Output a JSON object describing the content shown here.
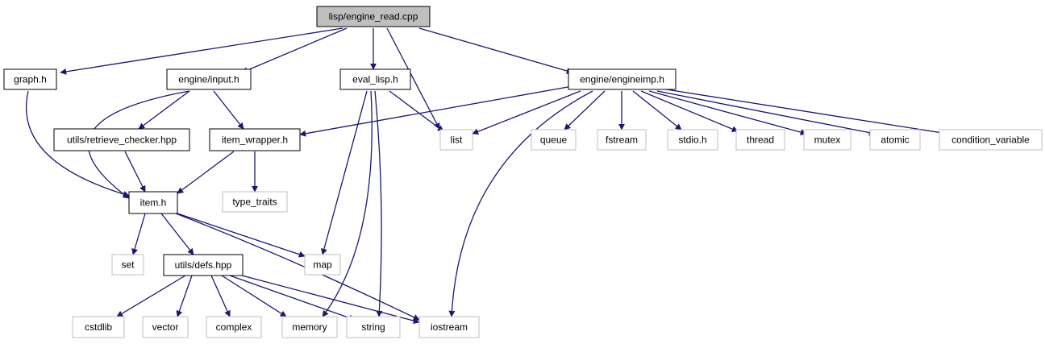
{
  "nodes": {
    "root": {
      "label": "lisp/engine_read.cpp",
      "kind": "root"
    },
    "graph_h": {
      "label": "graph.h",
      "kind": "doc"
    },
    "engine_input_h": {
      "label": "engine/input.h",
      "kind": "doc"
    },
    "eval_lisp_h": {
      "label": "eval_lisp.h",
      "kind": "doc"
    },
    "engine_engineimp_h": {
      "label": "engine/engineimp.h",
      "kind": "doc"
    },
    "utils_retrieve_checker_hpp": {
      "label": "utils/retrieve_checker.hpp",
      "kind": "doc"
    },
    "item_wrapper_h": {
      "label": "item_wrapper.h",
      "kind": "doc"
    },
    "list": {
      "label": "list",
      "kind": "sys"
    },
    "queue": {
      "label": "queue",
      "kind": "sys"
    },
    "fstream": {
      "label": "fstream",
      "kind": "sys"
    },
    "stdio_h": {
      "label": "stdio.h",
      "kind": "sys"
    },
    "thread": {
      "label": "thread",
      "kind": "sys"
    },
    "mutex": {
      "label": "mutex",
      "kind": "sys"
    },
    "atomic": {
      "label": "atomic",
      "kind": "sys"
    },
    "condition_variable": {
      "label": "condition_variable",
      "kind": "sys"
    },
    "item_h": {
      "label": "item.h",
      "kind": "doc"
    },
    "type_traits": {
      "label": "type_traits",
      "kind": "sys"
    },
    "set": {
      "label": "set",
      "kind": "sys"
    },
    "utils_defs_hpp": {
      "label": "utils/defs.hpp",
      "kind": "doc"
    },
    "map": {
      "label": "map",
      "kind": "sys"
    },
    "cstdlib": {
      "label": "cstdlib",
      "kind": "sys"
    },
    "vector": {
      "label": "vector",
      "kind": "sys"
    },
    "complex": {
      "label": "complex",
      "kind": "sys"
    },
    "memory": {
      "label": "memory",
      "kind": "sys"
    },
    "string": {
      "label": "string",
      "kind": "sys"
    },
    "iostream": {
      "label": "iostream",
      "kind": "sys"
    }
  },
  "edges": [
    [
      "root",
      "graph_h"
    ],
    [
      "root",
      "engine_input_h"
    ],
    [
      "root",
      "eval_lisp_h"
    ],
    [
      "root",
      "list"
    ],
    [
      "root",
      "engine_engineimp_h"
    ],
    [
      "graph_h",
      "item_h"
    ],
    [
      "engine_input_h",
      "item_h"
    ],
    [
      "engine_input_h",
      "utils_retrieve_checker_hpp"
    ],
    [
      "engine_input_h",
      "item_wrapper_h"
    ],
    [
      "utils_retrieve_checker_hpp",
      "item_h"
    ],
    [
      "item_wrapper_h",
      "item_h"
    ],
    [
      "item_wrapper_h",
      "type_traits"
    ],
    [
      "eval_lisp_h",
      "list"
    ],
    [
      "eval_lisp_h",
      "map"
    ],
    [
      "eval_lisp_h",
      "memory"
    ],
    [
      "eval_lisp_h",
      "string"
    ],
    [
      "engine_engineimp_h",
      "item_wrapper_h"
    ],
    [
      "engine_engineimp_h",
      "list"
    ],
    [
      "engine_engineimp_h",
      "queue"
    ],
    [
      "engine_engineimp_h",
      "fstream"
    ],
    [
      "engine_engineimp_h",
      "stdio_h"
    ],
    [
      "engine_engineimp_h",
      "thread"
    ],
    [
      "engine_engineimp_h",
      "mutex"
    ],
    [
      "engine_engineimp_h",
      "atomic"
    ],
    [
      "engine_engineimp_h",
      "condition_variable"
    ],
    [
      "engine_engineimp_h",
      "iostream"
    ],
    [
      "item_h",
      "set"
    ],
    [
      "item_h",
      "utils_defs_hpp"
    ],
    [
      "item_h",
      "map"
    ],
    [
      "item_h",
      "iostream"
    ],
    [
      "utils_defs_hpp",
      "cstdlib"
    ],
    [
      "utils_defs_hpp",
      "vector"
    ],
    [
      "utils_defs_hpp",
      "complex"
    ],
    [
      "utils_defs_hpp",
      "memory"
    ],
    [
      "utils_defs_hpp",
      "string"
    ],
    [
      "utils_defs_hpp",
      "iostream"
    ]
  ],
  "colors": {
    "edge": "#191970",
    "root_fill": "#bfbfbf",
    "doc_border": "#000000",
    "sys_border": "#bfbfbf",
    "sys_text": "#404040"
  }
}
